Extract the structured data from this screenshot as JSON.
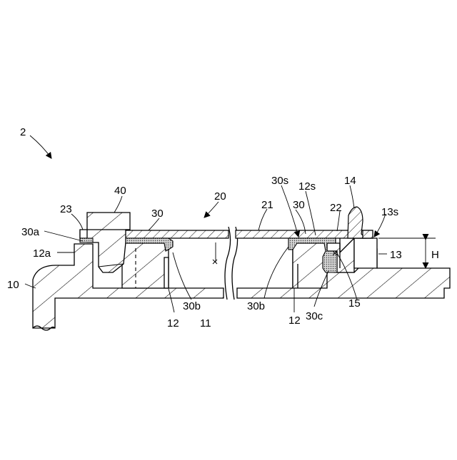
{
  "labels": {
    "ref_2": "2",
    "ref_40": "40",
    "ref_23": "23",
    "ref_30a": "30a",
    "ref_12a": "12a",
    "ref_10": "10",
    "ref_30_left": "30",
    "ref_20": "20",
    "ref_21": "21",
    "ref_30b_left": "30b",
    "ref_12_left": "12",
    "ref_11": "11",
    "ref_30s": "30s",
    "ref_12s": "12s",
    "ref_14": "14",
    "ref_30_right": "30",
    "ref_22": "22",
    "ref_13s": "13s",
    "ref_13": "13",
    "ref_H": "H",
    "ref_30b_right": "30b",
    "ref_12_right": "12",
    "ref_30c": "30c",
    "ref_15": "15"
  }
}
